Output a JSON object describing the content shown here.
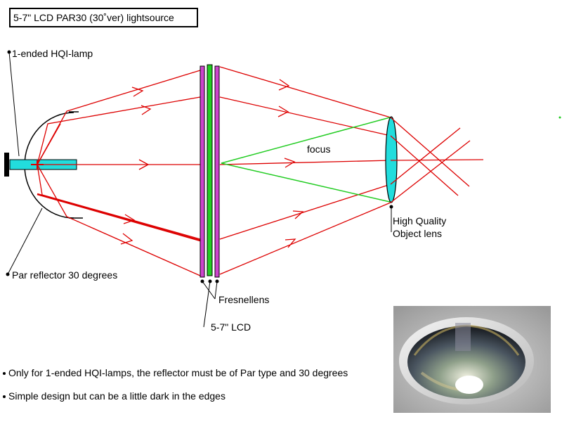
{
  "title": "5-7\" LCD PAR30 (30˚ver) lightsource",
  "labels": {
    "lamp": "1-ended HQI-lamp",
    "reflector": "Par reflector 30 degrees",
    "fresnel": "Fresnellens",
    "lcd": "5-7\" LCD",
    "focus": "focus",
    "lens_line1": "High Quality",
    "lens_line2": "Object lens"
  },
  "notes": [
    "Only for 1-ended HQI-lamps, the reflector must be of Par type and 30 degrees",
    "Simple design but can be a little dark in the edges"
  ],
  "colors": {
    "ray": "#dd0000",
    "focus_ray": "#22cc22",
    "lamp": "#22dddd",
    "fresnel": "#cc44cc",
    "lcd": "#22cc22",
    "lens": "#22dddd"
  }
}
